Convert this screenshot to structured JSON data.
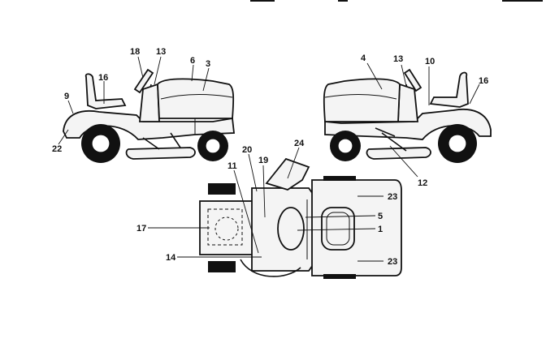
{
  "diagram": {
    "views": {
      "left_side": {
        "callouts": [
          "18",
          "13",
          "6",
          "3",
          "16",
          "9",
          "22"
        ]
      },
      "right_side": {
        "callouts": [
          "4",
          "13",
          "10",
          "16",
          "12"
        ]
      },
      "top": {
        "callouts": [
          "24",
          "20",
          "19",
          "11",
          "23",
          "5",
          "1",
          "17",
          "14",
          "23"
        ]
      }
    },
    "colors": {
      "line": "#111111",
      "background": "#ffffff",
      "fill": "#f4f4f4"
    }
  }
}
